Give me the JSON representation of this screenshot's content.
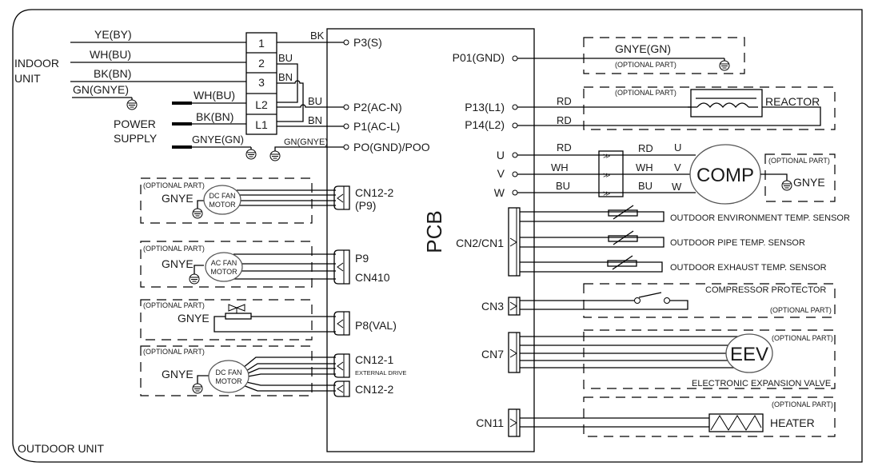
{
  "diagram": {
    "frame_label": "OUTDOOR UNIT",
    "pcb_label": "PCB",
    "optional_part_label": "(OPTIONAL PART)",
    "indoor": {
      "label_line1": "INDOOR",
      "label_line2": "UNIT",
      "wires": [
        "YE(BY)",
        "WH(BU)",
        "BK(BN)",
        "GN(GNYE)"
      ]
    },
    "power_supply": {
      "label_line1": "POWER",
      "label_line2": "SUPPLY",
      "wires": [
        "WH(BU)",
        "BK(BN)",
        "GNYE(GN)"
      ]
    },
    "terminal_block": [
      "1",
      "2",
      "3",
      "L2",
      "L1"
    ],
    "jumper_labels": [
      "BK",
      "BU",
      "BN",
      "BU",
      "BN",
      "GN(GNYE)"
    ],
    "pcb_left_terminals": [
      "P3(S)",
      "P2(AC-N)",
      "P1(AC-L)",
      "PO(GND)/POO"
    ],
    "pcb_right_terminals": [
      "P01(GND)",
      "P13(L1)",
      "P14(L2)",
      "U",
      "V",
      "W"
    ],
    "ground": {
      "label": "GNYE(GN)"
    },
    "reactor": {
      "wire1": "RD",
      "wire2": "RD",
      "label": "REACTOR"
    },
    "compressor": {
      "label": "COMP",
      "wires_in": [
        "RD",
        "WH",
        "BU"
      ],
      "wires_out": [
        "RD",
        "WH",
        "BU"
      ],
      "phases": [
        "U",
        "V",
        "W"
      ],
      "ground": "GNYE"
    },
    "left_loads": [
      {
        "ground": "GNYE",
        "motor_line1": "DC FAN",
        "motor_line2": "MOTOR",
        "connector_line1": "CN12-2",
        "connector_line2": "(P9)"
      },
      {
        "ground": "GNYE",
        "motor_line1": "AC FAN",
        "motor_line2": "MOTOR",
        "connector_line1": "P9",
        "connector_line2": "CN410"
      },
      {
        "ground": "GNYE",
        "connector_line1": "P8(VAL)"
      },
      {
        "ground": "GNYE",
        "motor_line1": "DC FAN",
        "motor_line2": "MOTOR",
        "connector_line1": "CN12-1",
        "connector_note": "EXTERNAL DRIVE",
        "connector_line2": "CN12-2"
      }
    ],
    "sensors": {
      "connector": "CN2/CN1",
      "items": [
        "OUTDOOR ENVIRONMENT TEMP. SENSOR",
        "OUTDOOR PIPE TEMP. SENSOR",
        "OUTDOOR EXHAUST TEMP. SENSOR"
      ]
    },
    "protector": {
      "connector": "CN3",
      "label": "COMPRESSOR PROTECTOR"
    },
    "eev": {
      "connector": "CN7",
      "label": "EEV",
      "caption": "ELECTRONIC EXPANSION VALVE"
    },
    "heater": {
      "connector": "CN11",
      "label": "HEATER"
    }
  }
}
